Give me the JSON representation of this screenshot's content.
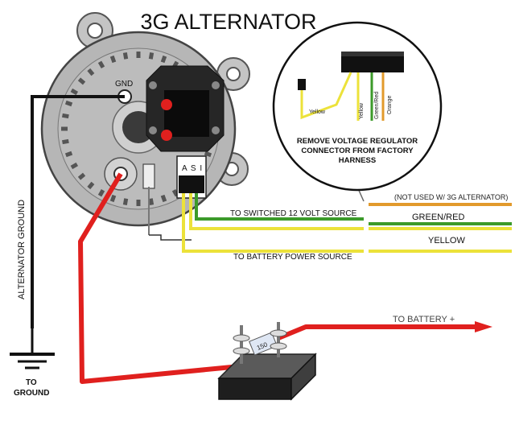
{
  "title": "3G ALTERNATOR",
  "terminals": {
    "gnd": "GND",
    "asi": "A S I"
  },
  "connector_inset": {
    "wire_yellow": "Yellow",
    "wire_yellow2": "Yellow",
    "wire_green_red": "Green/Red",
    "wire_orange": "Orange",
    "caption_line1": "REMOVE VOLTAGE REGULATOR",
    "caption_line2": "CONNECTOR FROM FACTORY",
    "caption_line3": "HARNESS"
  },
  "wires": {
    "not_used": "(NOT USED W/ 3G ALTERNATOR)",
    "switched_12v": "TO SWITCHED 12 VOLT SOURCE",
    "green_red": "GREEN/RED",
    "yellow": "YELLOW",
    "battery_power": "TO BATTERY POWER SOURCE",
    "battery_plus": "TO BATTERY +",
    "alternator_ground": "ALTERNATOR GROUND",
    "to_ground_1": "TO",
    "to_ground_2": "GROUND"
  },
  "fuse_label": "150",
  "colors": {
    "red_wire": "#e0201e",
    "yellow_wire": "#ece23a",
    "green_wire": "#3c9a2a",
    "orange_wire": "#e29a2c",
    "housing": "#b4b4b4",
    "black": "#111111"
  }
}
